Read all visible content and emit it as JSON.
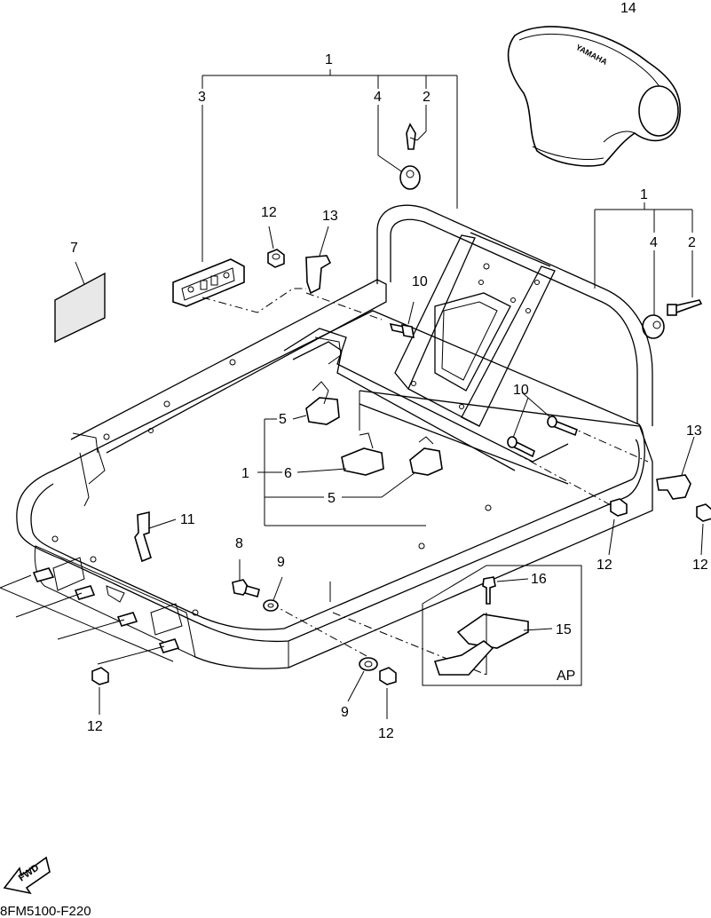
{
  "diagram_code": "8FM5100-F220",
  "fwd_label": "FWD",
  "ap_label": "AP",
  "brand_logo": "YAMAHA",
  "callouts": {
    "c1_top": "1",
    "c2_top": "2",
    "c3": "3",
    "c4_top": "4",
    "c1_right": "1",
    "c4_right": "4",
    "c2_right": "2",
    "c7": "7",
    "c12_a": "12",
    "c13_a": "13",
    "c10_a": "10",
    "c14": "14",
    "c10_b": "10",
    "c13_b": "13",
    "c5_a": "5",
    "c1_mid": "1",
    "c6": "6",
    "c5_b": "5",
    "c11": "11",
    "c8": "8",
    "c9_a": "9",
    "c16": "16",
    "c15": "15",
    "c12_b": "12",
    "c12_c": "12",
    "c12_d": "12",
    "c9_b": "9",
    "c12_e": "12"
  }
}
